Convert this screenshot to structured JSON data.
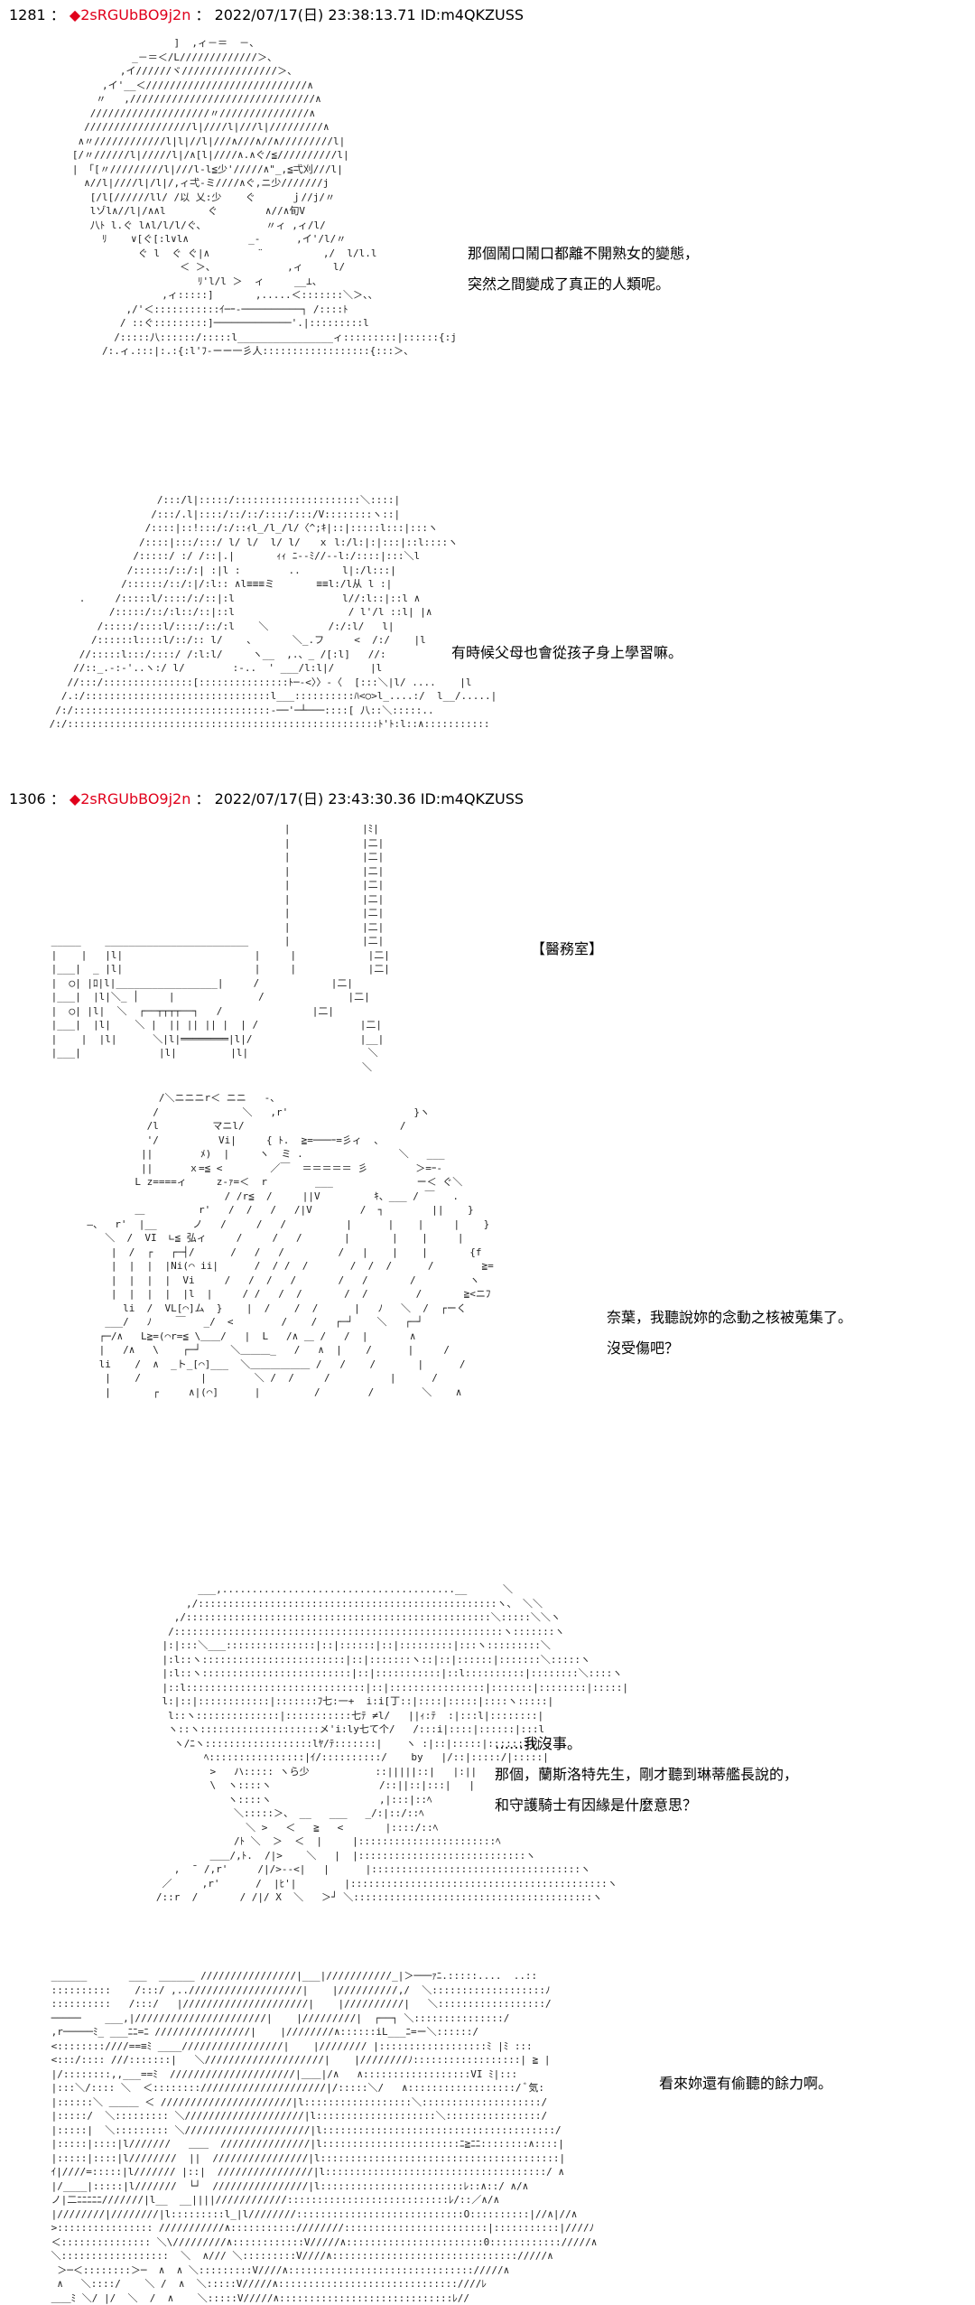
{
  "posts": [
    {
      "number": "1281",
      "name": "◆2sRGUbBO9j2n",
      "date": "2022/07/17(日) 23:38:13.71",
      "id": "ID:m4QKZUSS",
      "panels": [
        {
          "lines": [
            "那個鬧口鬧口都離不開熟女的變態，",
            "突然之間變成了真正的人類呢。"
          ]
        },
        {
          "lines": [
            "有時候父母也會從孩子身上學習嘛。"
          ]
        }
      ]
    },
    {
      "number": "1306",
      "name": "◆2sRGUbBO9j2n",
      "date": "2022/07/17(日) 23:43:30.36",
      "id": "ID:m4QKZUSS",
      "panels": [
        {
          "lines": [
            "【醫務室】"
          ]
        },
        {
          "lines": [
            "奈葉，我聽說妳的念動之核被蒐集了。",
            "沒受傷吧？"
          ]
        },
        {
          "lines": [
            "……我沒事。",
            "那個，蘭斯洛特先生，剛才聽到琳蒂艦長說的，",
            "和守護騎士有因緣是什麼意思？"
          ]
        },
        {
          "lines": [
            "看來妳還有偷聽的餘力啊。"
          ]
        }
      ]
    }
  ],
  "separator": "：",
  "colors": {
    "trip": "#e0001b",
    "text": "#000000"
  }
}
